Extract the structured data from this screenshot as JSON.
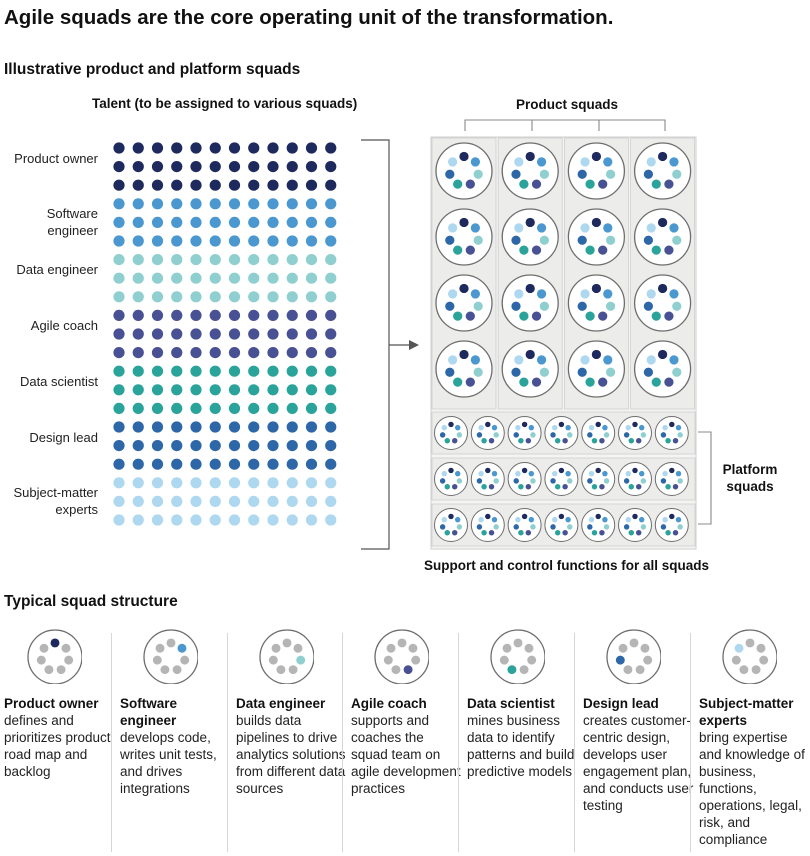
{
  "title": "Agile squads are the core operating unit of the transformation.",
  "subtitle": "Illustrative product and platform squads",
  "talent_heading": "Talent (to be assigned to various squads)",
  "product_squads_label": "Product squads",
  "platform_squads_label": "Platform squads",
  "support_label": "Support and control functions for all squads",
  "talent_roles": [
    {
      "label": "Product owner",
      "color": "#1e2a5e"
    },
    {
      "label": "Software engineer",
      "color": "#4a98cf"
    },
    {
      "label": "Data engineer",
      "color": "#8fcfcf"
    },
    {
      "label": "Agile coach",
      "color": "#485193"
    },
    {
      "label": "Data scientist",
      "color": "#2aa39b"
    },
    {
      "label": "Design lead",
      "color": "#2d67a7"
    },
    {
      "label": "Subject-matter experts",
      "color": "#aed8ef"
    }
  ],
  "squad_structure_heading": "Typical squad structure",
  "squad_roles": [
    {
      "name": "Product owner",
      "desc": "defines and prioritizes product road map and backlog",
      "highlight": 0
    },
    {
      "name": "Software engineer",
      "desc": "develops code, writes unit tests, and drives integrations",
      "highlight": 1
    },
    {
      "name": "Data engineer",
      "desc": "builds data pipelines to drive analytics solutions from different data sources",
      "highlight": 2
    },
    {
      "name": "Agile coach",
      "desc": "supports and coaches the squad team on agile development practices",
      "highlight": 3
    },
    {
      "name": "Data scientist",
      "desc": "mines business data to identify patterns and build predictive models",
      "highlight": 4
    },
    {
      "name": "Design lead",
      "desc": "creates customer-centric design, develops user engagement plan, and conducts user testing",
      "highlight": 5
    },
    {
      "name": "Subject-matter experts",
      "desc": "bring expertise and knowledge of business, functions, operations, legal, risk, and compliance",
      "highlight": 6
    }
  ],
  "colors": {
    "neutral_dot": "#b5b5b5",
    "panel": "#ececeb",
    "panel_border": "#cfcfcf",
    "bracket": "#555555"
  }
}
